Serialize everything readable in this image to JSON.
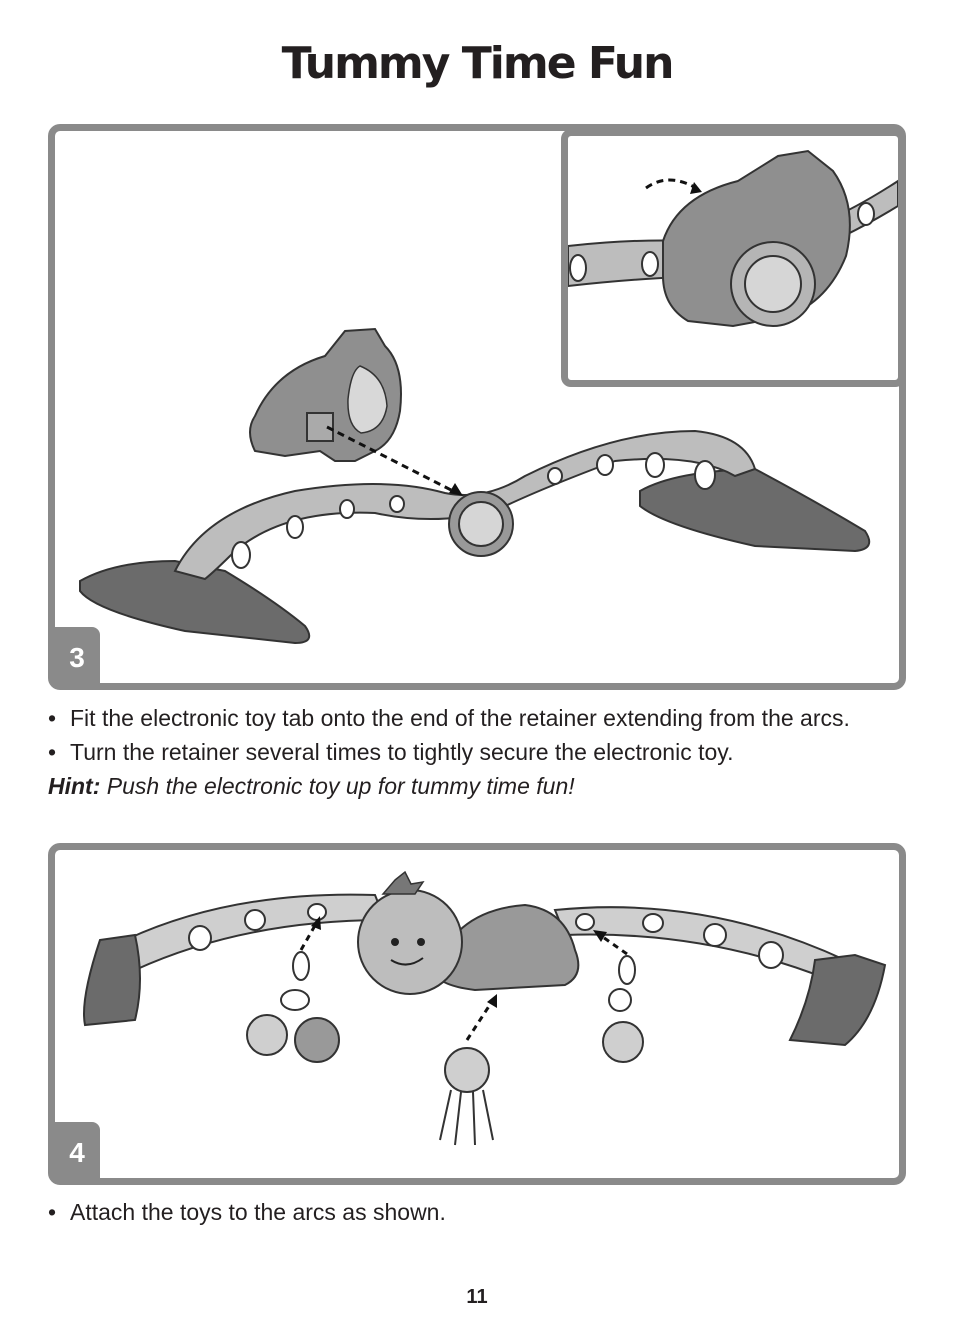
{
  "page": {
    "title": "Tummy Time Fun",
    "page_number": "11"
  },
  "step3": {
    "badge": "3",
    "bullets": [
      "Fit the electronic toy tab onto the end of the retainer extending from the arcs.",
      "Turn the retainer several times to tightly secure the electronic toy."
    ],
    "hint_label": "Hint:",
    "hint_text": " Push the electronic toy up for tummy time fun!"
  },
  "step4": {
    "badge": "4",
    "bullets": [
      "Attach the toys to the arcs as shown."
    ]
  },
  "colors": {
    "frame": "#8a8a8a",
    "text": "#231f20"
  }
}
